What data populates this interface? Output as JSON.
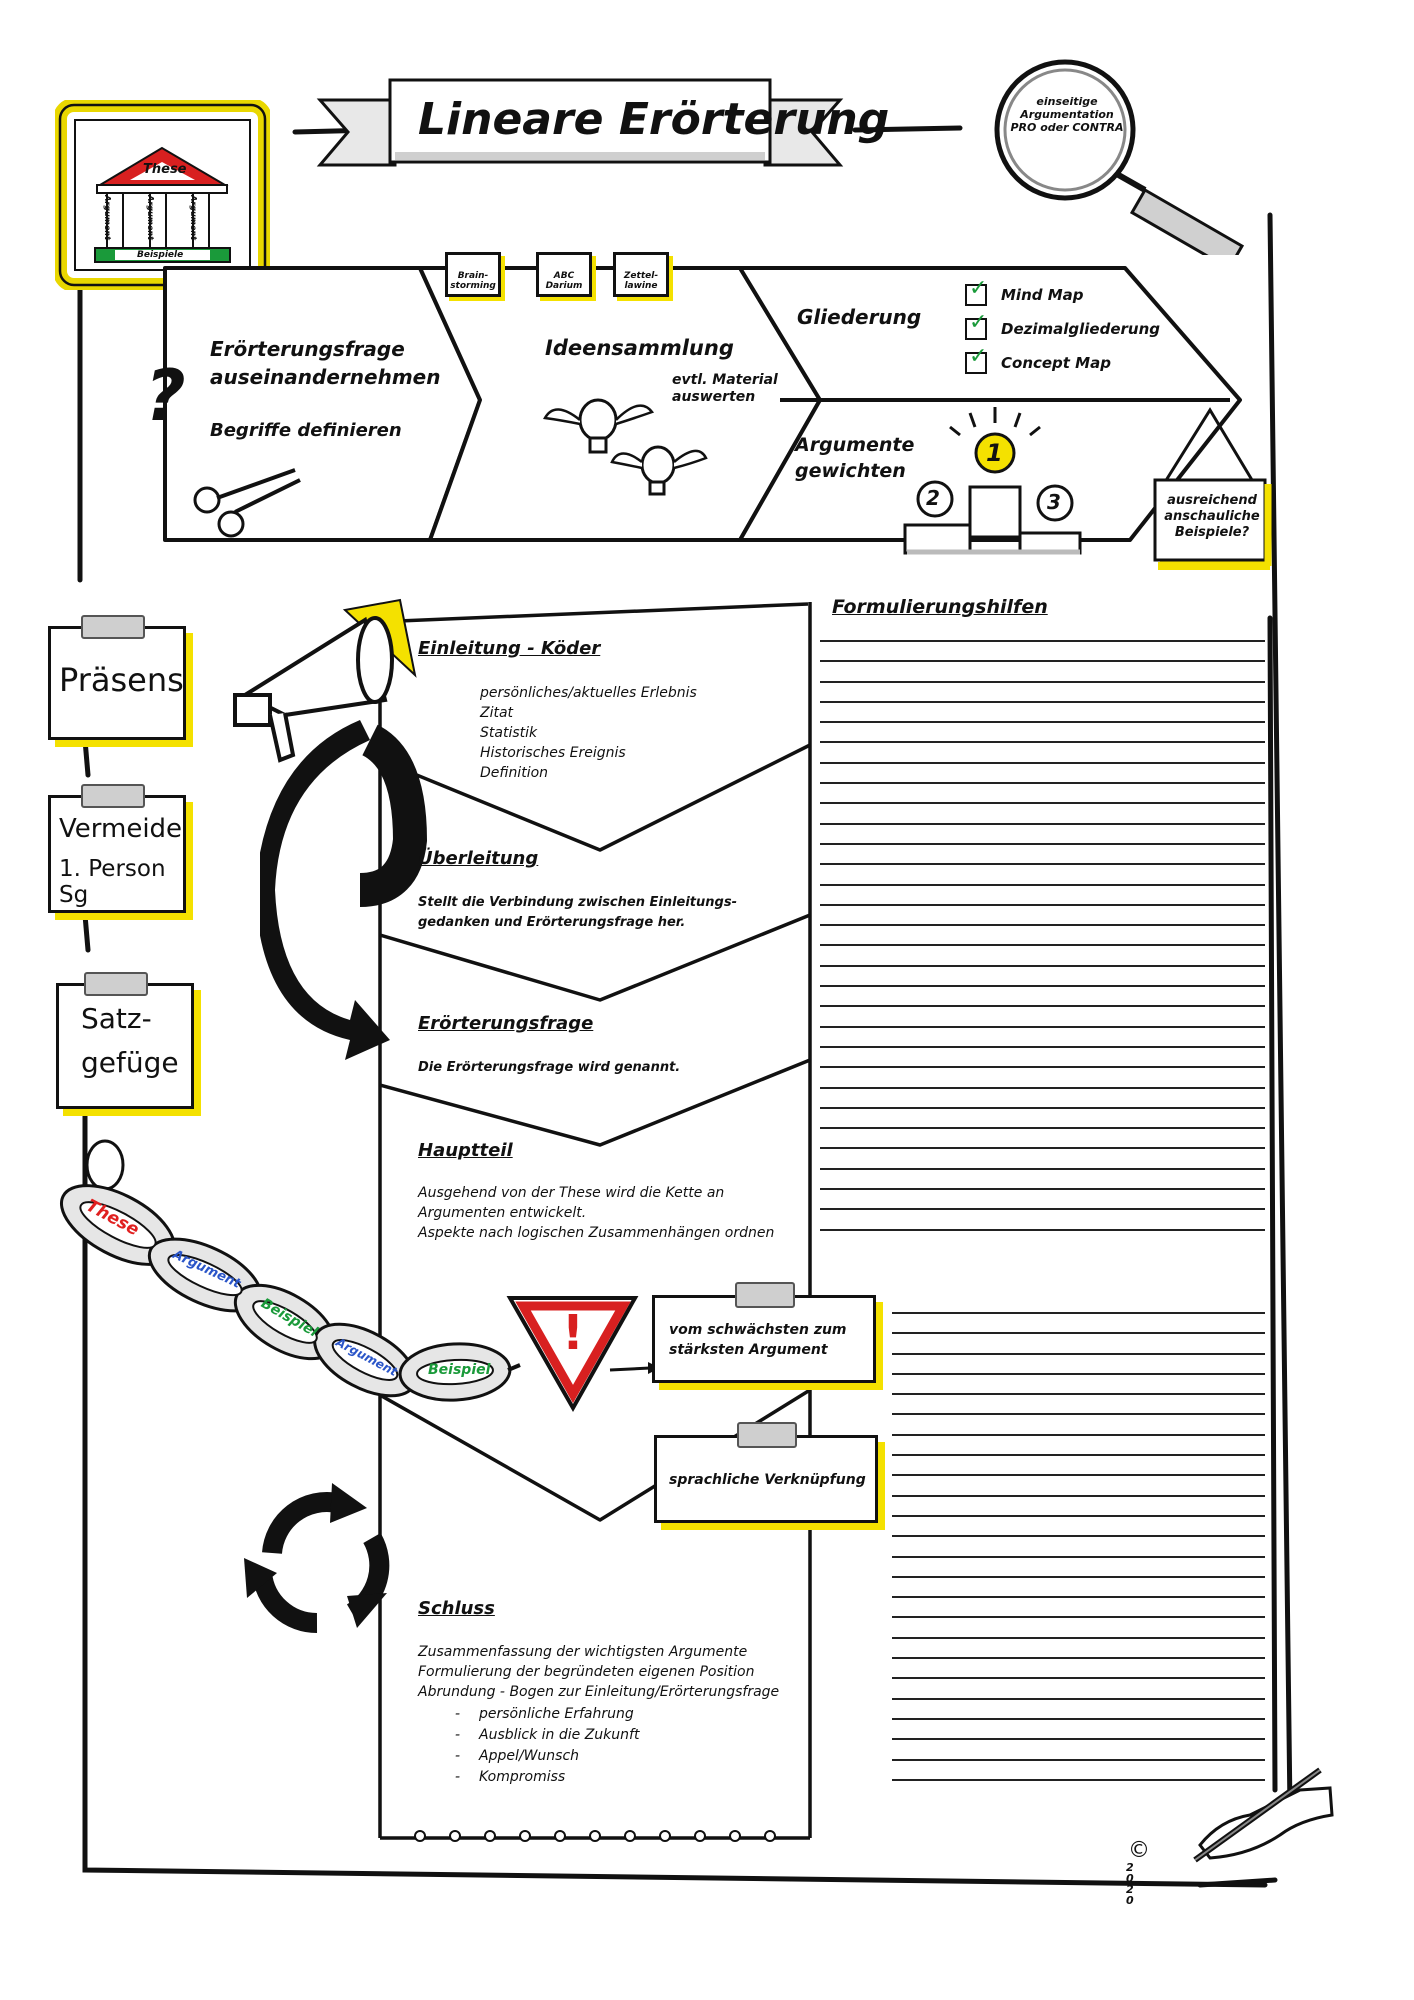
{
  "title": "Lineare Erörterung",
  "magnifier": {
    "line1": "einseitige",
    "line2": "Argumentation",
    "line3": "PRO oder CONTRA"
  },
  "temple": {
    "roof": "These",
    "pillars": [
      "Argument",
      "Argument",
      "Argument"
    ],
    "base": "Beispiele"
  },
  "process": {
    "step1": {
      "title_line1": "Erörterungsfrage",
      "title_line2": "auseinandernehmen",
      "sub": "Begriffe definieren"
    },
    "notes": [
      "Brain-\nstorming",
      "ABC\nDarium",
      "Zettel-\nlawine"
    ],
    "step2": {
      "title": "Ideensammlung",
      "sub_line1": "evtl. Material",
      "sub_line2": "auswerten"
    },
    "step3": {
      "title": "Gliederung",
      "options": [
        "Mind Map",
        "Dezimalgliederung",
        "Concept Map"
      ]
    },
    "step4": {
      "title_line1": "Argumente",
      "title_line2": "gewichten",
      "podium": [
        "1",
        "2",
        "3"
      ]
    },
    "sign": {
      "line1": "ausreichend",
      "line2": "anschauliche",
      "line3": "Beispiele?"
    }
  },
  "side_notes": [
    {
      "line1": "Präsens",
      "line2": ""
    },
    {
      "line1": "Vermeide",
      "line2": "1. Person Sg"
    },
    {
      "line1": "Satz-",
      "line2": "gefüge"
    }
  ],
  "chain": [
    "These",
    "Argument",
    "Beispiel",
    "Argument",
    "Beispiel"
  ],
  "sections": {
    "einleitung": {
      "heading": "Einleitung - Köder",
      "items": [
        "persönliches/aktuelles Erlebnis",
        "Zitat",
        "Statistik",
        "Historisches Ereignis",
        "Definition"
      ]
    },
    "ueberleitung": {
      "heading": "Überleitung",
      "line1": "Stellt die Verbindung zwischen Einleitungs-",
      "line2": "gedanken und Erörterungsfrage her."
    },
    "frage": {
      "heading": "Erörterungsfrage",
      "text": "Die Erörterungsfrage wird genannt."
    },
    "hauptteil": {
      "heading": "Hauptteil",
      "line1": "Ausgehend von der These wird die Kette an",
      "line2": "Argumenten entwickelt.",
      "line3": "Aspekte nach logischen Zusammenhängen ordnen"
    },
    "schluss": {
      "heading": "Schluss",
      "lines": [
        "Zusammenfassung der wichtigsten Argumente",
        "Formulierung der begründeten eigenen Position",
        "Abrundung - Bogen zur Einleitung/Erörterungsfrage"
      ],
      "bullets": [
        "persönliche Erfahrung",
        "Ausblick in die Zukunft",
        "Appel/Wunsch",
        "Kompromiss"
      ]
    }
  },
  "clip_notes": {
    "note1_line1": "vom schwächsten zum",
    "note1_line2": "stärksten Argument",
    "note2": "sprachliche Verknüpfung"
  },
  "warning_mark": "!",
  "right_heading": "Formulierungshilfen",
  "signature": {
    "copyright": "©",
    "year": "2020"
  },
  "colors": {
    "yellow": "#f4e100",
    "red": "#e02020",
    "blue": "#2a55c8",
    "green": "#1a9a3a"
  }
}
